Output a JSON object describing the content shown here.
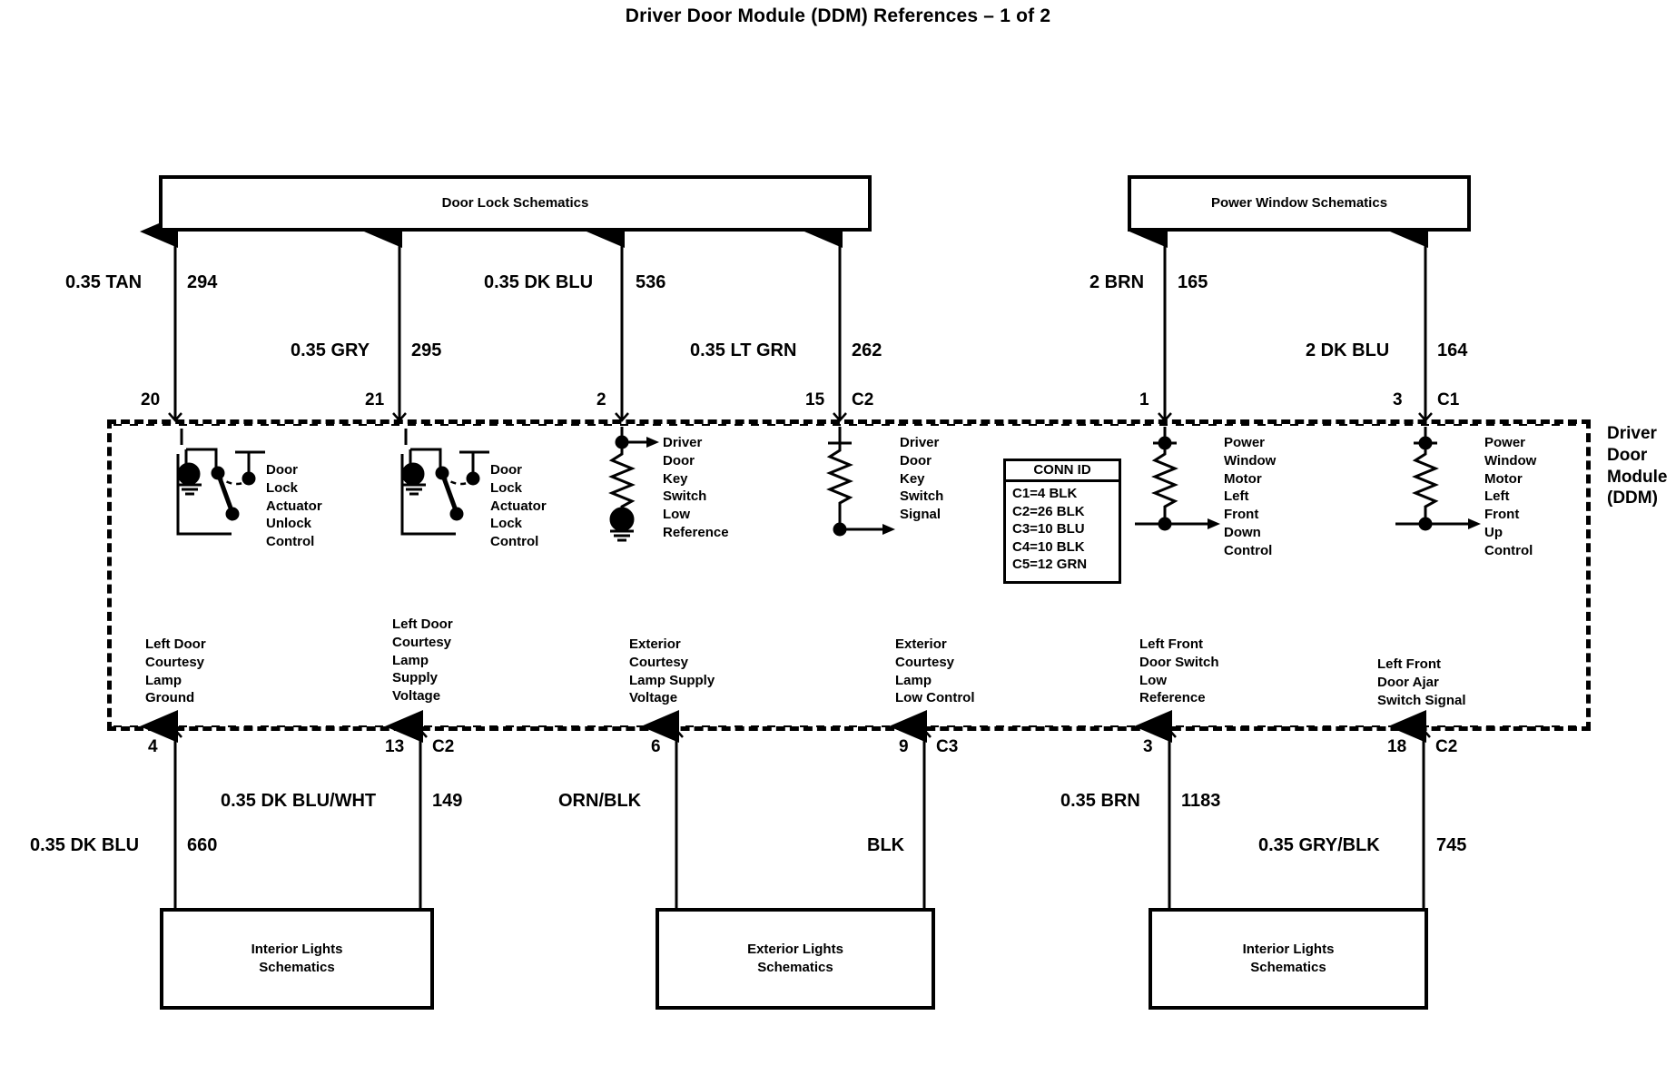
{
  "title": "Driver Door Module (DDM) References – 1 of 2",
  "module": {
    "name": "Driver\nDoor\nModule\n(DDM)"
  },
  "conn_id": {
    "header": "CONN ID",
    "rows": [
      "C1=4 BLK",
      "C2=26 BLK",
      "C3=10 BLU",
      "C4=10 BLK",
      "C5=12 GRN"
    ]
  },
  "top_refs": [
    {
      "label": "Door Lock Schematics"
    },
    {
      "label": "Power Window Schematics"
    }
  ],
  "bottom_refs": [
    {
      "label": "Interior Lights\nSchematics"
    },
    {
      "label": "Exterior Lights\nSchematics"
    },
    {
      "label": "Interior Lights\nSchematics"
    }
  ],
  "top_wires": [
    {
      "color": "0.35 TAN",
      "number": "294"
    },
    {
      "color": "0.35 GRY",
      "number": "295"
    },
    {
      "color": "0.35 DK BLU",
      "number": "536"
    },
    {
      "color": "0.35 LT GRN",
      "number": "262"
    },
    {
      "color": "2 BRN",
      "number": "165"
    },
    {
      "color": "2 DK BLU",
      "number": "164"
    }
  ],
  "bottom_wires": [
    {
      "color": "0.35 DK BLU",
      "number": "660"
    },
    {
      "color": "0.35 DK BLU/WHT",
      "number": "149"
    },
    {
      "color": "ORN/BLK",
      "number": ""
    },
    {
      "color": "BLK",
      "number": ""
    },
    {
      "color": "0.35 BRN",
      "number": "1183"
    },
    {
      "color": "0.35 GRY/BLK",
      "number": "745"
    }
  ],
  "top_pins": [
    {
      "pin": "20",
      "conn": ""
    },
    {
      "pin": "21",
      "conn": ""
    },
    {
      "pin": "2",
      "conn": ""
    },
    {
      "pin": "15",
      "conn": "C2"
    },
    {
      "pin": "1",
      "conn": ""
    },
    {
      "pin": "3",
      "conn": "C1"
    }
  ],
  "bottom_pins": [
    {
      "pin": "4",
      "conn": ""
    },
    {
      "pin": "13",
      "conn": "C2"
    },
    {
      "pin": "6",
      "conn": ""
    },
    {
      "pin": "9",
      "conn": "C3"
    },
    {
      "pin": "3",
      "conn": ""
    },
    {
      "pin": "18",
      "conn": "C2"
    }
  ],
  "components": [
    {
      "label": "Door\nLock\nActuator\nUnlock\nControl"
    },
    {
      "label": "Door\nLock\nActuator\nLock\nControl"
    },
    {
      "label": "Driver\nDoor\nKey\nSwitch\nLow\nReference"
    },
    {
      "label": "Driver\nDoor\nKey\nSwitch\nSignal"
    },
    {
      "label": "Power\nWindow\nMotor\nLeft\nFront\nDown\nControl"
    },
    {
      "label": "Power\nWindow\nMotor\nLeft\nFront\nUp\nControl"
    }
  ],
  "functions": [
    {
      "label": "Left Door\nCourtesy\nLamp\nGround"
    },
    {
      "label": "Left Door\nCourtesy\nLamp\nSupply\nVoltage"
    },
    {
      "label": "Exterior\nCourtesy\nLamp Supply\nVoltage"
    },
    {
      "label": "Exterior\nCourtesy\nLamp\nLow Control"
    },
    {
      "label": "Left Front\nDoor Switch\nLow\nReference"
    },
    {
      "label": "Left Front\nDoor Ajar\nSwitch Signal"
    }
  ]
}
